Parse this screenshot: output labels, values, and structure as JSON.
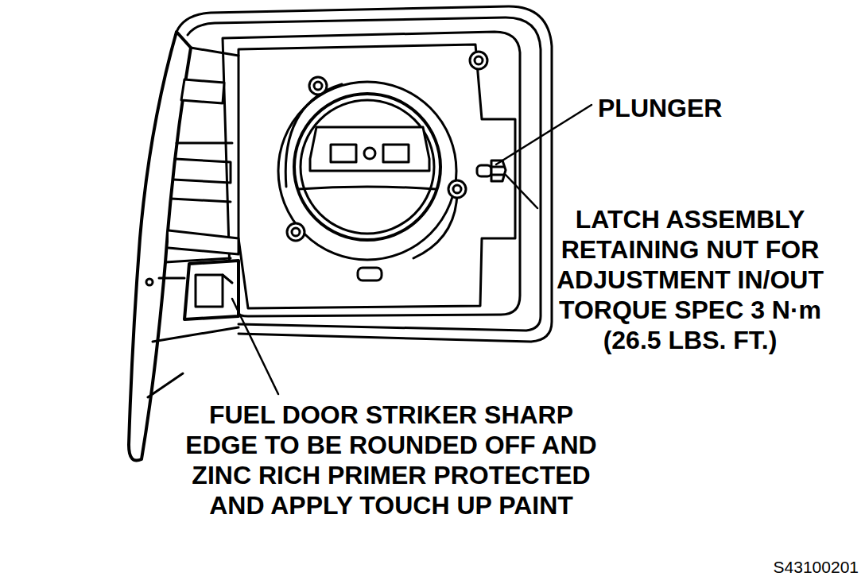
{
  "diagram": {
    "labels": [
      "PLUNGER",
      "LATCH ASSEMBLY RETAINING NUT FOR ADJUSTMENT IN/OUT TORQUE SPEC 3 N·m (26.5 LBS. FT.)",
      "FUEL DOOR STRIKER SHARP EDGE TO BE ROUNDED OFF AND ZINC RICH PRIMER PROTECTED AND APPLY TOUCH UP PAINT",
      "S43100201"
    ]
  }
}
